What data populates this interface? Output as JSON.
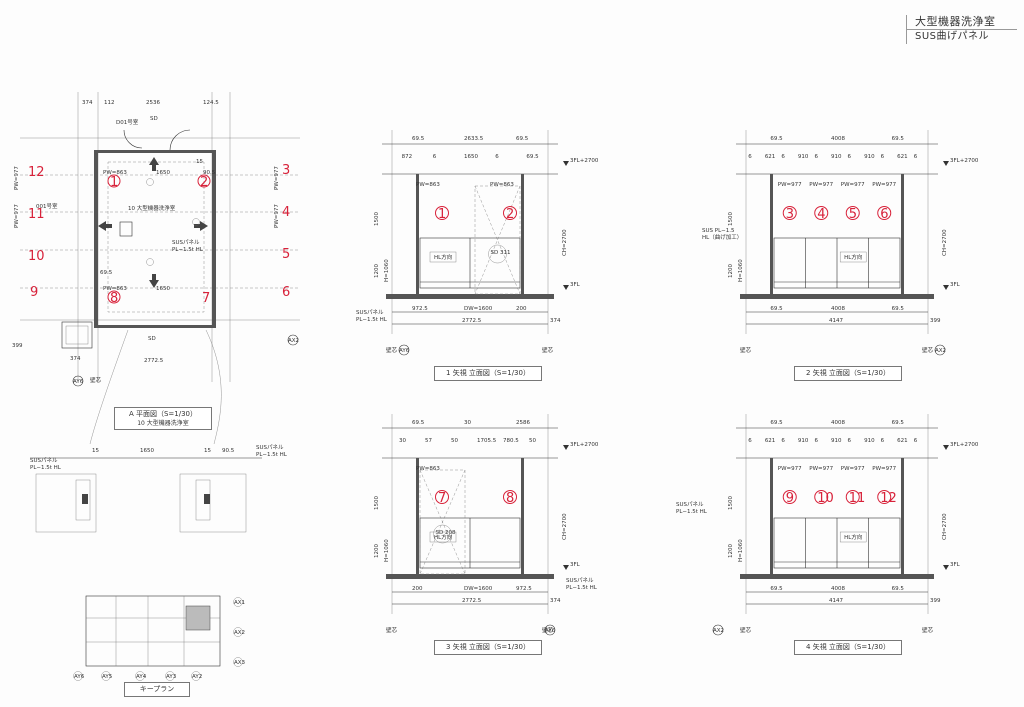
{
  "title": {
    "room": "大型機器洗浄室",
    "subject": "SUS曲げパネル"
  },
  "plan": {
    "caption": "A 平面図（S=1/30）",
    "caption_sub": "10 大型機器洗浄室",
    "room_label": "10 大型機器洗浄室",
    "door_labels": [
      "001号室",
      "D01号室",
      "SD",
      "SD"
    ],
    "material": [
      "SUSパネル",
      "PL−1.5t  HL"
    ],
    "grid": [
      "AY6",
      "AX2"
    ],
    "core_label": "壁芯",
    "dims_top": [
      "374",
      "112",
      "2536",
      "124.5"
    ],
    "dims_inner": [
      "1650",
      "1650",
      "69.5",
      "15",
      "90.5"
    ],
    "pw_labels": [
      "PW=863",
      "PW=863",
      "PW=977",
      "PW=977",
      "PW=977",
      "PW=977"
    ],
    "dims_bottom": [
      "374",
      "2772.5",
      "399"
    ],
    "marks": [
      "1",
      "2",
      "8",
      "9",
      "10",
      "11",
      "12",
      "3",
      "4",
      "5",
      "6",
      "7"
    ]
  },
  "details": {
    "material": [
      "SUSパネル",
      "PL−1.5t  HL"
    ],
    "dims": [
      "15",
      "1650",
      "15",
      "90.5"
    ]
  },
  "keyplan": {
    "caption": "キープラン",
    "grid": [
      "AY6",
      "AY5",
      "AY4",
      "AY3",
      "AY2",
      "AX1",
      "AX2",
      "AX3"
    ]
  },
  "elev1": {
    "caption": "1 矢視  立面図（S=1/30）",
    "dims_top": [
      "69.5",
      "2633.5",
      "69.5",
      "872",
      "6",
      "1650",
      "6",
      "69.5"
    ],
    "pw": [
      "PW=863",
      "PW=863"
    ],
    "marks": [
      "1",
      "2"
    ],
    "heights": [
      "1500",
      "1200",
      "H=1060",
      "CH=2700",
      "3FL+2700",
      "3FL"
    ],
    "dims_bottom": [
      "972.5",
      "DW=1600",
      "200",
      "2772.5",
      "374"
    ],
    "door": "SD 311",
    "material": [
      "SUSパネル",
      "PL−1.5t  HL"
    ],
    "grid": [
      "AY6",
      "壁芯",
      "壁芯"
    ],
    "arrow_label": "HL方向"
  },
  "elev2": {
    "caption": "2 矢視  立面図（S=1/30）",
    "dims_top": [
      "69.5",
      "4008",
      "69.5",
      "6",
      "621",
      "6",
      "910",
      "6",
      "910",
      "6",
      "910",
      "6",
      "621",
      "6"
    ],
    "pw": [
      "PW=977",
      "PW=977",
      "PW=977",
      "PW=977"
    ],
    "marks": [
      "3",
      "4",
      "5",
      "6"
    ],
    "heights": [
      "1500",
      "1200",
      "H=1060",
      "CH=2700",
      "3FL+2700",
      "3FL"
    ],
    "dims_bottom": [
      "69.5",
      "4008",
      "69.5",
      "4147",
      "399"
    ],
    "material": [
      "SUS PL−1.5",
      "HL（曲げ加工）"
    ],
    "grid": [
      "AX2",
      "壁芯",
      "壁芯"
    ],
    "arrow_label": "HL方向"
  },
  "elev3": {
    "caption": "3 矢視  立面図（S=1/30）",
    "dims_top": [
      "69.5",
      "30",
      "2586",
      "30",
      "57",
      "50",
      "1705.5",
      "780.5",
      "50"
    ],
    "pw": [
      "PW=863"
    ],
    "marks": [
      "7",
      "8"
    ],
    "heights": [
      "1500",
      "1200",
      "H=1060",
      "CH=2700",
      "3FL+2700",
      "3FL"
    ],
    "dims_bottom": [
      "200",
      "DW=1600",
      "972.5",
      "2772.5",
      "374"
    ],
    "door": "SD 208",
    "material": [
      "SUSパネル",
      "PL−1.5t  HL"
    ],
    "grid": [
      "AY6",
      "壁芯",
      "壁芯"
    ],
    "arrow_label": "HL方向"
  },
  "elev4": {
    "caption": "4 矢視  立面図（S=1/30）",
    "dims_top": [
      "69.5",
      "4008",
      "69.5",
      "6",
      "621",
      "6",
      "910",
      "6",
      "910",
      "6",
      "910",
      "6",
      "621",
      "6"
    ],
    "pw": [
      "PW=977",
      "PW=977",
      "PW=977",
      "PW=977"
    ],
    "marks": [
      "9",
      "10",
      "11",
      "12"
    ],
    "heights": [
      "1500",
      "1200",
      "H=1060",
      "CH=2700",
      "3FL+2700",
      "3FL"
    ],
    "dims_bottom": [
      "69.5",
      "4008",
      "69.5",
      "4147",
      "399"
    ],
    "material": [
      "SUSパネル",
      "PL−1.5t  HL"
    ],
    "grid": [
      "AX2",
      "壁芯",
      "壁芯"
    ],
    "arrow_label": "HL方向"
  }
}
